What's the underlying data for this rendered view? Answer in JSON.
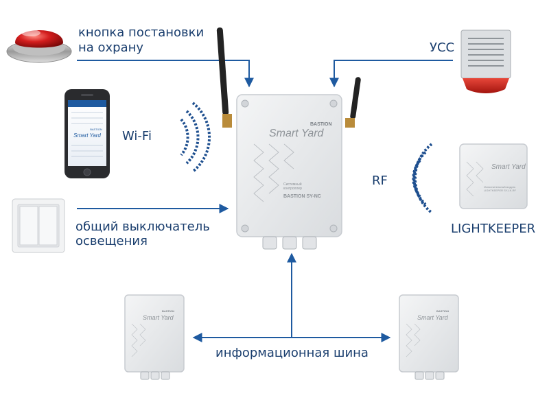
{
  "colors": {
    "accent": "#1e5aa0",
    "text": "#1a3e6e",
    "wave": "#1e4f8f",
    "device_body": "#e6e8ea",
    "device_edge": "#c7cbd0"
  },
  "central_device": {
    "brand": "BASTION",
    "product": "Smart Yard",
    "caption": "Системный\nконтроллер",
    "model": "BASTION SY-NC"
  },
  "lightkeeper_device": {
    "product": "Smart Yard",
    "caption": "Исполнительный модуль\nLIGHTKEEPER SY-LK-RF"
  },
  "bus_device_left": {
    "brand": "BASTION",
    "product": "Smart Yard"
  },
  "bus_device_right": {
    "brand": "BASTION",
    "product": "Smart Yard"
  },
  "phone": {
    "app_name": "Smart Yard",
    "brand": "BASTION"
  },
  "labels": {
    "arm_button_line1": "кнопка постановки",
    "arm_button_line2": "на охрану",
    "siren": "УСС",
    "wifi": "Wi-Fi",
    "rf": "RF",
    "lightkeeper": "LIGHTKEEPER",
    "switch_line1": "общий выключатель",
    "switch_line2": "освещения",
    "info_bus": "информационная шина"
  }
}
